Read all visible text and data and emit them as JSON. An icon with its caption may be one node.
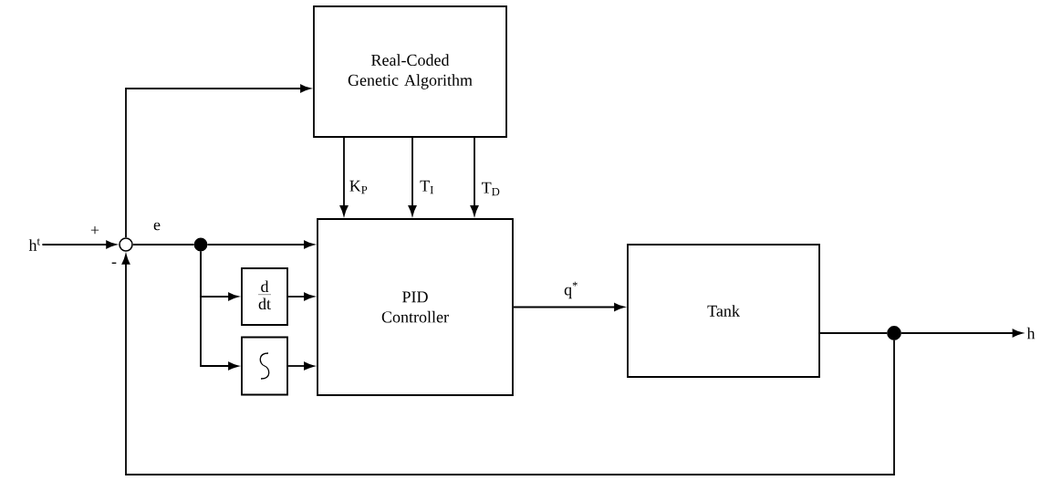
{
  "diagram": {
    "nodes": [
      {
        "text": [
          "Real-Coded Genetic Algorithm"
        ]
      },
      {
        "text": [
          "PID Controller"
        ]
      },
      {
        "text": [
          "Tank"
        ]
      },
      {
        "text": [
          "d",
          "dt"
        ]
      },
      {
        "text": [],
        "shape": "box"
      },
      {
        "text": [],
        "shape": "circle"
      },
      {
        "text": [],
        "shape": "circle"
      },
      {
        "text": [],
        "shape": "circle"
      },
      {
        "text": [
          "h$^{t}$"
        ]
      },
      {
        "text": [
          "h"
        ]
      }
    ],
    "edges": [
      {
        "from": 8,
        "to": 5,
        "arrow": "to",
        "label": "+"
      },
      {
        "from": 5,
        "to": 6,
        "arrow": "none",
        "label": "e"
      },
      {
        "from": 6,
        "to": 1,
        "arrow": "to"
      },
      {
        "from": 6,
        "to": 3,
        "arrow": "to"
      },
      {
        "from": 6,
        "to": 4,
        "arrow": "to"
      },
      {
        "from": 3,
        "to": 1,
        "arrow": "to"
      },
      {
        "from": 4,
        "to": 1,
        "arrow": "to"
      },
      {
        "from": 1,
        "to": 2,
        "arrow": "to",
        "label": "q$^{*}$"
      },
      {
        "from": 2,
        "to": 7,
        "arrow": "none"
      },
      {
        "from": 7,
        "to": 9,
        "arrow": "to"
      },
      {
        "from": 7,
        "to": 5,
        "arrow": "to",
        "label": "-"
      },
      {
        "from": 5,
        "to": 0,
        "arrow": "to"
      },
      {
        "from": 0,
        "to": 1,
        "arrow": "to",
        "label": "K$_{P}$"
      },
      {
        "from": 0,
        "to": 1,
        "arrow": "to",
        "label": "T$_{I}$"
      },
      {
        "from": 0,
        "to": 1,
        "arrow": "to",
        "label": "T$_{D}$"
      }
    ]
  }
}
